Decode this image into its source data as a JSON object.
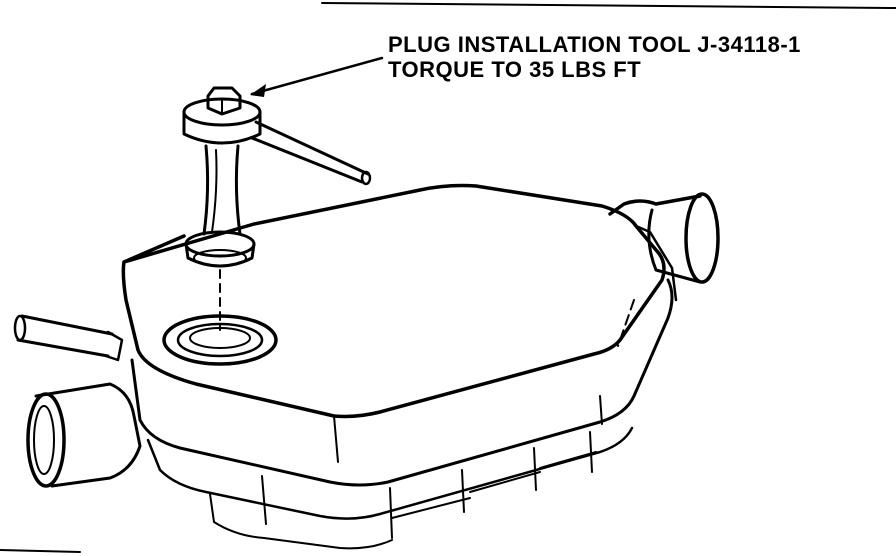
{
  "callout": {
    "line1": "PLUG INSTALLATION TOOL J-34118-1",
    "line2": "TORQUE TO 35 LBS FT"
  },
  "figure": {
    "components": [
      "plug-installation-tool",
      "heater-core-tank",
      "drain-plug-port",
      "inlet-pipe",
      "outlet-pipe",
      "small-tube"
    ]
  }
}
